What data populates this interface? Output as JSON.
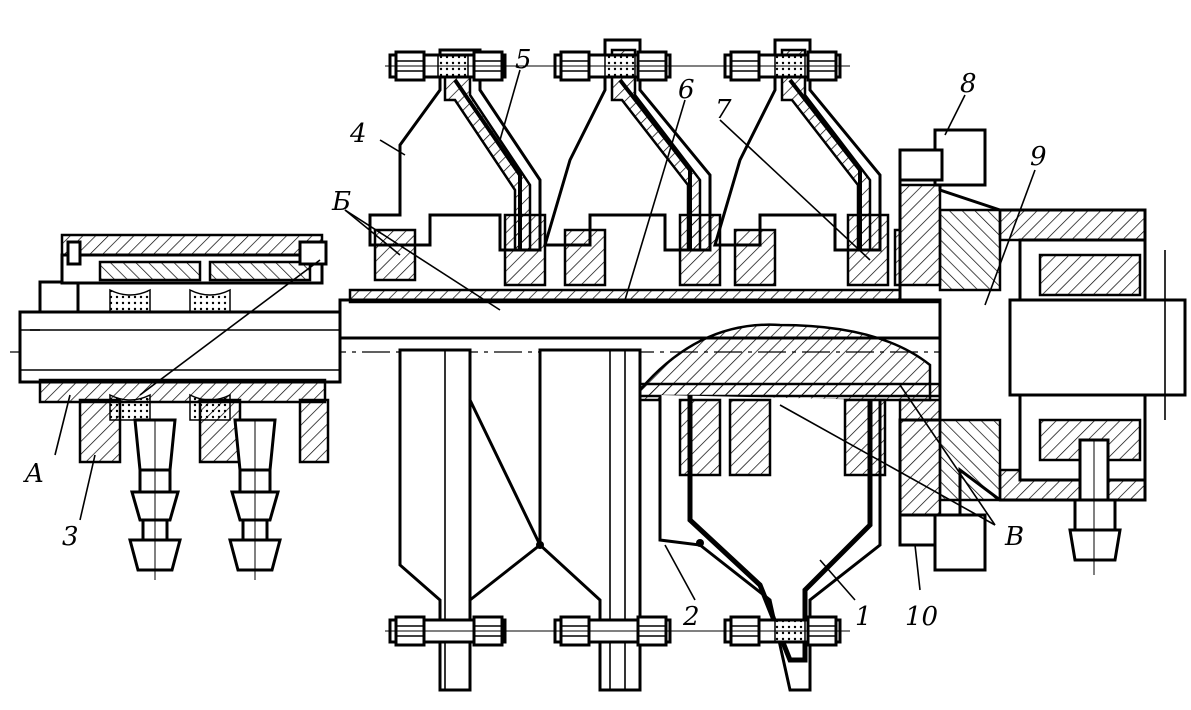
{
  "callouts": [
    {
      "id": "1",
      "text": "1"
    },
    {
      "id": "2",
      "text": "2"
    },
    {
      "id": "3",
      "text": "3"
    },
    {
      "id": "4",
      "text": "4"
    },
    {
      "id": "5",
      "text": "5"
    },
    {
      "id": "6",
      "text": "6"
    },
    {
      "id": "7",
      "text": "7"
    },
    {
      "id": "8",
      "text": "8"
    },
    {
      "id": "9",
      "text": "9"
    },
    {
      "id": "10",
      "text": "10"
    },
    {
      "id": "A",
      "text": "A"
    },
    {
      "id": "B-upper",
      "text": "Б"
    },
    {
      "id": "V-lower",
      "text": "В"
    }
  ]
}
